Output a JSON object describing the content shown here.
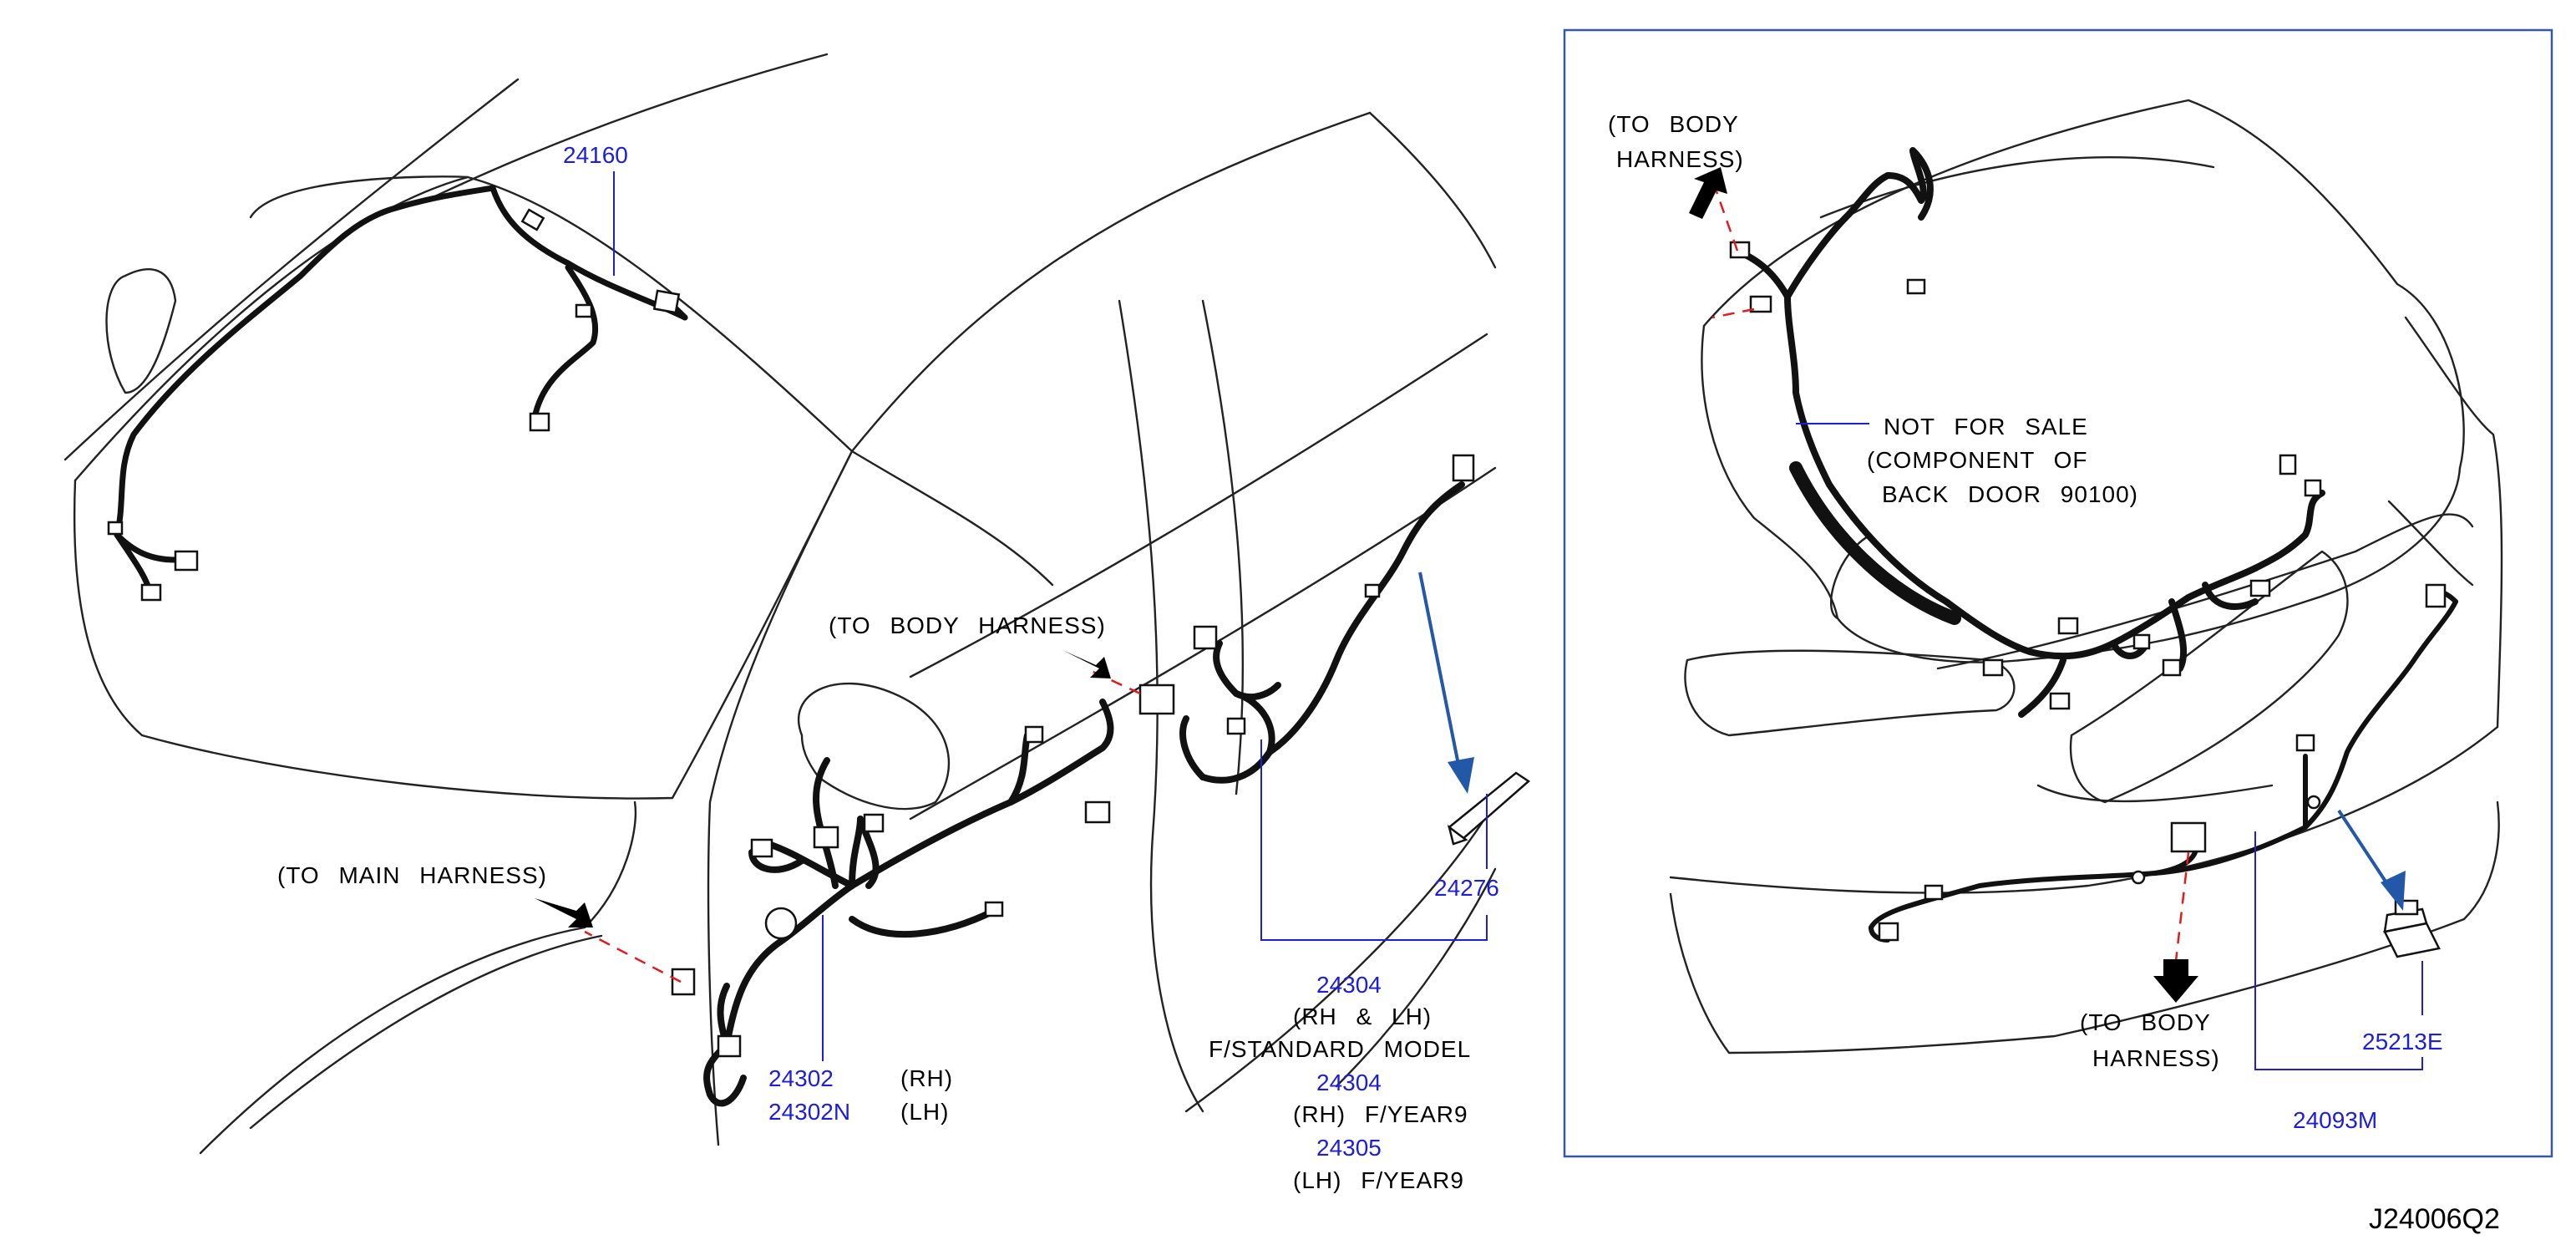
{
  "colors": {
    "outline": "#222222",
    "harness": "#111111",
    "leader": "#1d1ddc",
    "arrow_blue": "#2357a8",
    "dashed": "#e21b1b",
    "panel_border": "#3556a6"
  },
  "part_numbers": {
    "p24160": "24160",
    "p24302": "24302",
    "p24302n": "24302N",
    "p24304a": "24304",
    "p24304b": "24304",
    "p24305": "24305",
    "p24276": "24276",
    "p25213e": "25213E",
    "p24093m": "24093M"
  },
  "notes": {
    "to_main_harness": "(TO MAIN HARNESS)",
    "to_body_harness_front": "(TO BODY HARNESS)",
    "rh": "(RH)",
    "lh": "(LH)",
    "rh_and_lh": "(RH & LH)",
    "f_standard_model": "F/STANDARD MODEL",
    "rh_f_year9": "(RH) F/YEAR9",
    "lh_f_year9": "(LH) F/YEAR9",
    "to_body_top_1": "(TO BODY",
    "to_body_top_2": "HARNESS)",
    "not_for_sale_1": "NOT FOR SALE",
    "not_for_sale_2": "(COMPONENT OF",
    "not_for_sale_3": "BACK DOOR 90100)",
    "to_body_bottom_1": "(TO BODY",
    "to_body_bottom_2": "HARNESS)"
  },
  "diagram_id": "J24006Q2"
}
